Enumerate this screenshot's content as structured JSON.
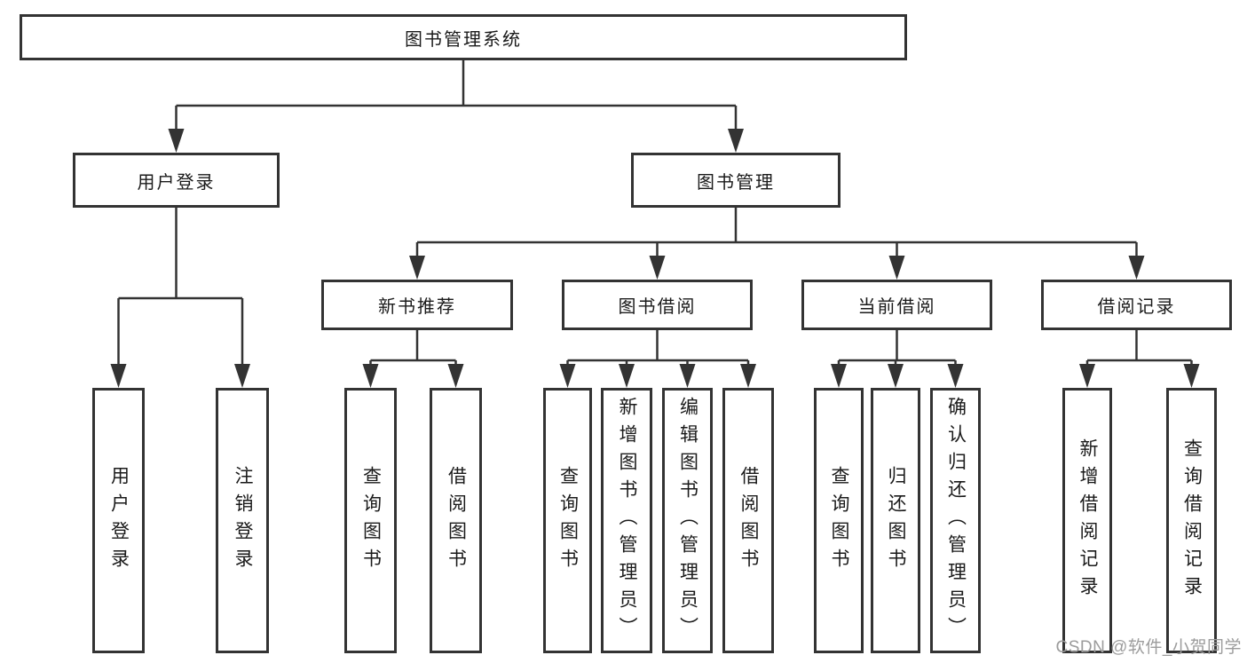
{
  "tree": {
    "root": {
      "label": "图书管理系统"
    },
    "branches": [
      {
        "label": "用户登录",
        "children": [
          {
            "label": "用户登录"
          },
          {
            "label": "注销登录"
          }
        ]
      },
      {
        "label": "图书管理",
        "sections": [
          {
            "label": "新书推荐",
            "children": [
              {
                "label": "查询图书"
              },
              {
                "label": "借阅图书"
              }
            ]
          },
          {
            "label": "图书借阅",
            "children": [
              {
                "label": "查询图书"
              },
              {
                "label": "新增图书（管理员）"
              },
              {
                "label": "编辑图书（管理员）"
              },
              {
                "label": "借阅图书"
              }
            ]
          },
          {
            "label": "当前借阅",
            "children": [
              {
                "label": "查询图书"
              },
              {
                "label": "归还图书"
              },
              {
                "label": "确认归还（管理员）"
              }
            ]
          },
          {
            "label": "借阅记录",
            "children": [
              {
                "label": "新增借阅记录"
              },
              {
                "label": "查询借阅记录"
              }
            ]
          }
        ]
      }
    ]
  },
  "colors": {
    "line": "#333333",
    "text": "#1a1a1a",
    "watermark": "#9c9c9c"
  },
  "watermark": {
    "text": "CSDN @软件_小贺同学"
  }
}
